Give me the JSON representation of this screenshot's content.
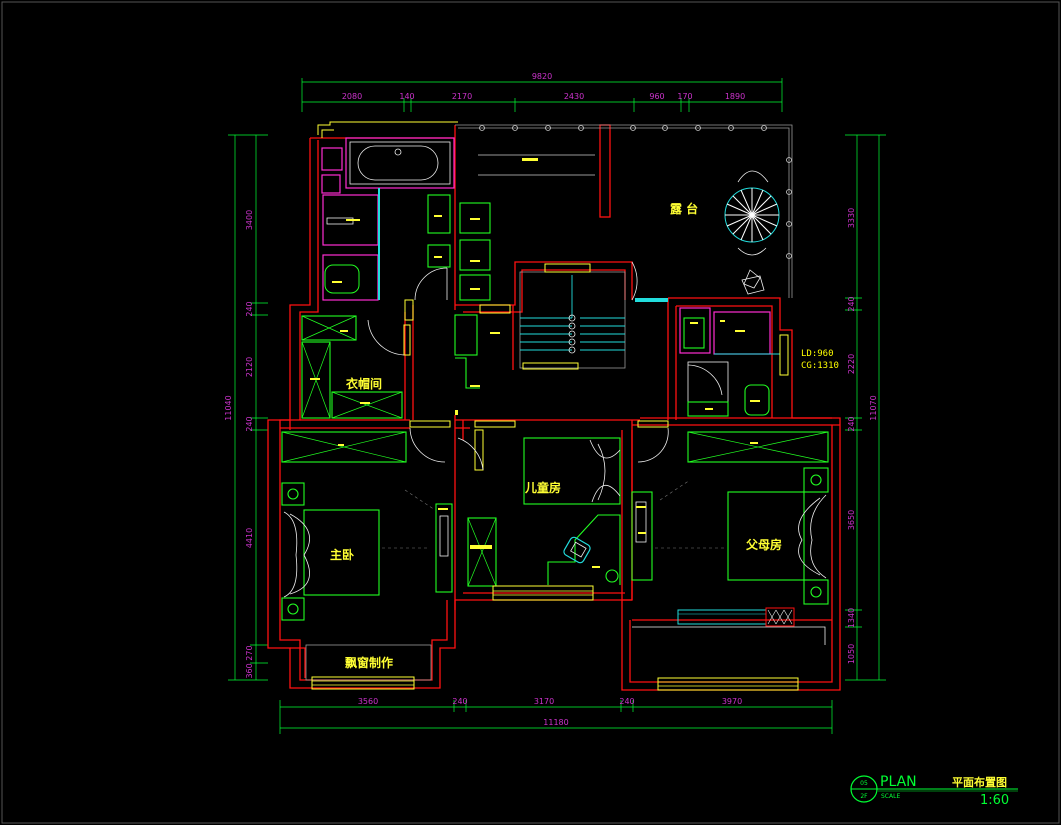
{
  "drawing": {
    "rooms": {
      "balcony": "露 台",
      "cloakroom": "衣帽间",
      "master_bedroom": "主卧",
      "children_room": "儿童房",
      "parents_room": "父母房",
      "bay_window": "飘窗制作"
    },
    "notes": {
      "ld": "LD:960",
      "cg": "CG:1310"
    },
    "dimensions": {
      "top_total": "9820",
      "top_segments": [
        "2080",
        "140",
        "2170",
        "2430",
        "960",
        "170",
        "1890"
      ],
      "bottom_total": "11180",
      "bottom_segments": [
        "3560",
        "240",
        "3170",
        "240",
        "3970"
      ],
      "left_total": "11040",
      "left_segments": [
        "3400",
        "240",
        "2120",
        "240",
        "4410",
        "360 270"
      ],
      "right_total": "11070",
      "right_segments": [
        "3330",
        "240",
        "2220",
        "240",
        "3650",
        "1340",
        "1050"
      ]
    },
    "title_block": {
      "sheet_number": "05",
      "floor": "2F",
      "plan_label": "PLAN",
      "scale_label": "SCALE",
      "title_cn": "平面布置图",
      "scale": "1:60"
    },
    "colors": {
      "wall": "#ff1111",
      "furniture": "#22ff22",
      "window": "#ffff33",
      "dimension_text": "#cc33cc",
      "dimension_line": "#00ff33"
    }
  }
}
